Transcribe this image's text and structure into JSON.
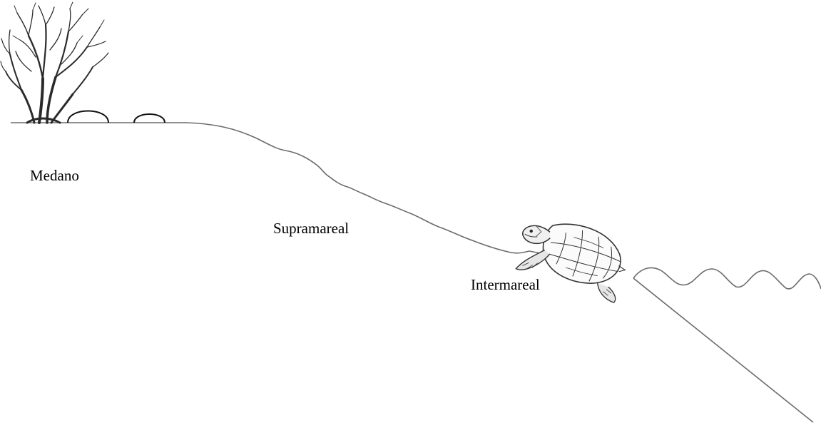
{
  "labels": {
    "medano": "Medano",
    "supramareal": "Supramareal",
    "intermareal": "Intermareal"
  },
  "colors": {
    "profile_line": "#6b6b6b",
    "label_text": "#000000",
    "tree": "#2a2a2a",
    "background": "#ffffff"
  },
  "icons": {
    "tree": "shrub-icon",
    "nests": "nest-mound-icon",
    "turtle": "sea-turtle-icon",
    "waves": "ocean-wave-icon"
  }
}
